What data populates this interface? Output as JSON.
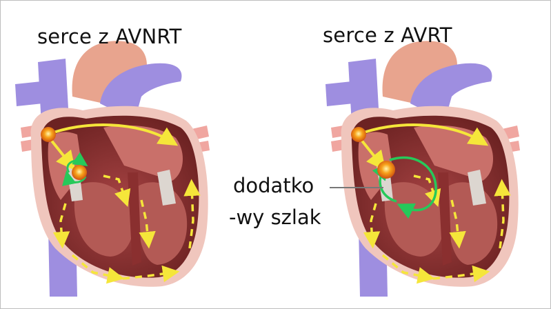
{
  "left_heart": {
    "title": "serce z AVNRT"
  },
  "right_heart": {
    "title": "serce z AVRT"
  },
  "annotation": {
    "line1": "dodatko",
    "line2": "-wy szlak"
  },
  "colors": {
    "vessel": "#9e8ee0",
    "aorta": "#e8a48e",
    "muscle": "#8a2f2f",
    "muscle_light": "#c9706a",
    "pericardium": "#f0c6bd",
    "valve": "#dcd6d0",
    "conduction_arrow": "#f5e63a",
    "reentry_circuit": "#26c95a",
    "node": "#f7a21b"
  }
}
